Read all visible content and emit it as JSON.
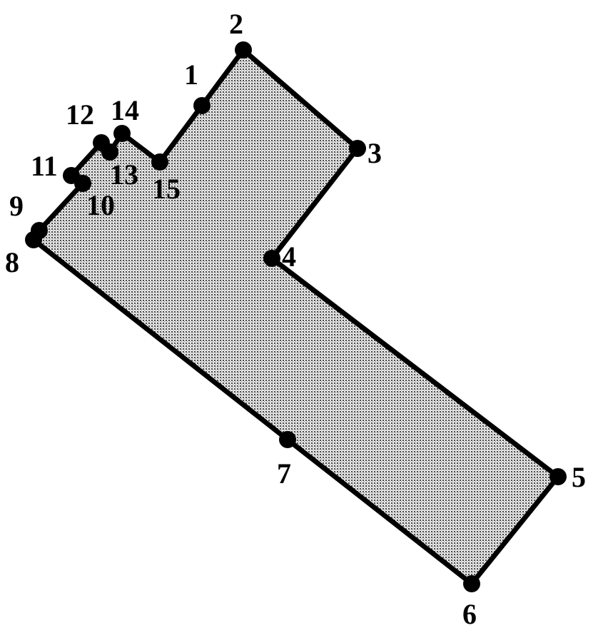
{
  "polygon": {
    "fill_color": "#b8b8b8",
    "stroke_color": "#000000",
    "vertex_color": "#000000",
    "vertices": [
      {
        "label": "1"
      },
      {
        "label": "2"
      },
      {
        "label": "3"
      },
      {
        "label": "4"
      },
      {
        "label": "5"
      },
      {
        "label": "6"
      },
      {
        "label": "7"
      },
      {
        "label": "8"
      },
      {
        "label": "9"
      },
      {
        "label": "10"
      },
      {
        "label": "11"
      },
      {
        "label": "12"
      },
      {
        "label": "13"
      },
      {
        "label": "14"
      },
      {
        "label": "15"
      }
    ]
  }
}
